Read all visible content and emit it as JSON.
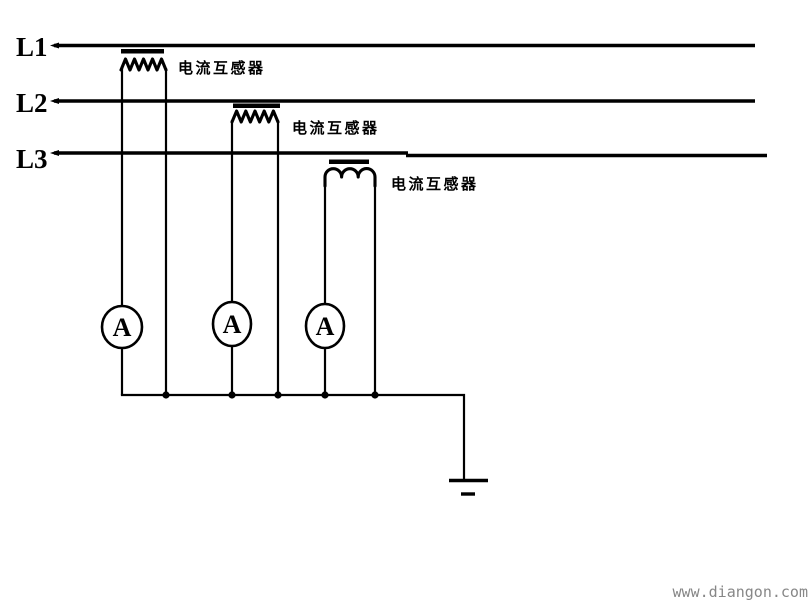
{
  "diagram": {
    "phase_lines": [
      {
        "label": "L1"
      },
      {
        "label": "L2"
      },
      {
        "label": "L3"
      }
    ],
    "current_transformers": [
      {
        "label": "电流互感器"
      },
      {
        "label": "电流互感器"
      },
      {
        "label": "电流互感器"
      }
    ],
    "ammeters": [
      {
        "label": "A"
      },
      {
        "label": "A"
      },
      {
        "label": "A"
      }
    ],
    "colors": {
      "stroke": "#000000",
      "watermark": "#878787",
      "background": "#ffffff"
    }
  },
  "watermark": {
    "text": "www.diangon.com"
  }
}
